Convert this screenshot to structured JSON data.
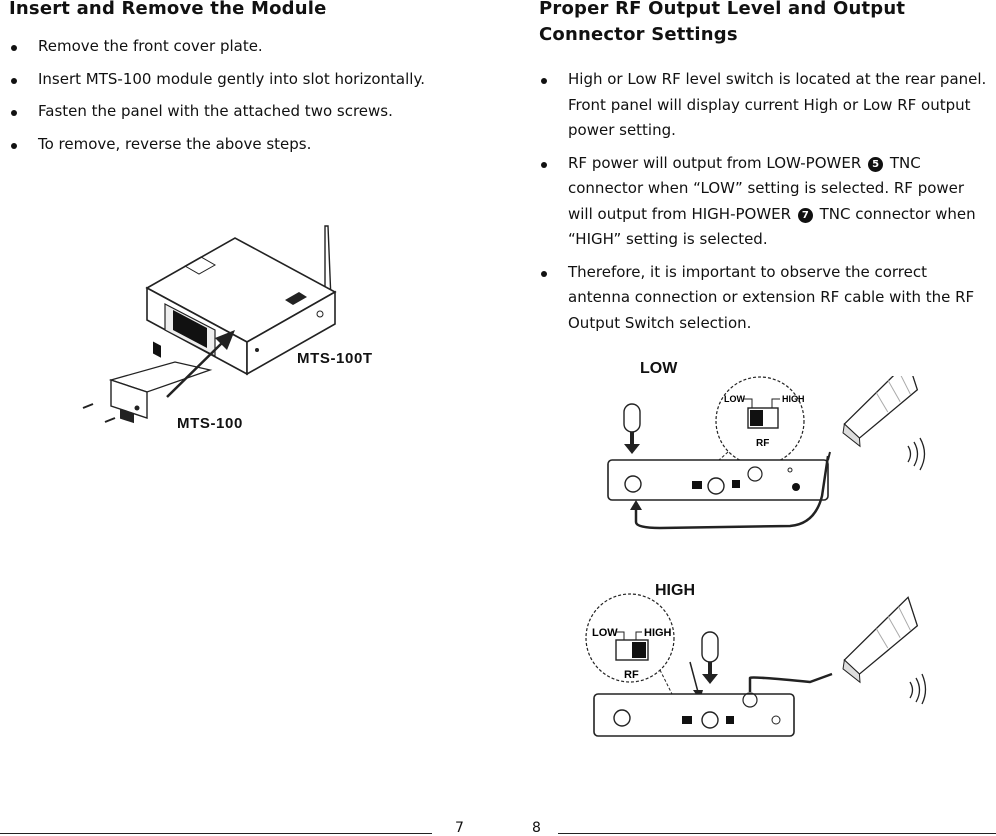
{
  "left": {
    "title": "Insert and Remove the Module",
    "bullets": [
      "Remove the front cover plate.",
      "Insert MTS-100 module gently into slot horizontally.",
      "Fasten the panel with the attached two screws.",
      "To remove, reverse the above steps."
    ],
    "figure": {
      "label_unit": "MTS-100T",
      "label_module": "MTS-100"
    },
    "page_number": "7"
  },
  "right": {
    "title": "Proper RF Output Level and Output Connector Settings",
    "bullet1": "High or Low RF level switch is located at the rear panel. Front panel will display current High or Low RF output power setting.",
    "bullet2": {
      "part1": "RF power will output from LOW-POWER",
      "num1": "5",
      "part2": "TNC connector when “LOW” setting is selected.  RF power will output from HIGH-POWER",
      "num2": "7",
      "part3": "TNC connector when “HIGH” setting is selected."
    },
    "bullet3": "Therefore, it is important to observe the correct antenna connection or extension RF cable with the RF Output Switch selection.",
    "diagram_low": {
      "title": "LOW",
      "switch_low": "LOW",
      "switch_high": "HIGH",
      "switch_name": "RF"
    },
    "diagram_high": {
      "title": "HIGH",
      "switch_low": "LOW",
      "switch_high": "HIGH",
      "switch_name": "RF"
    },
    "page_number": "8"
  }
}
